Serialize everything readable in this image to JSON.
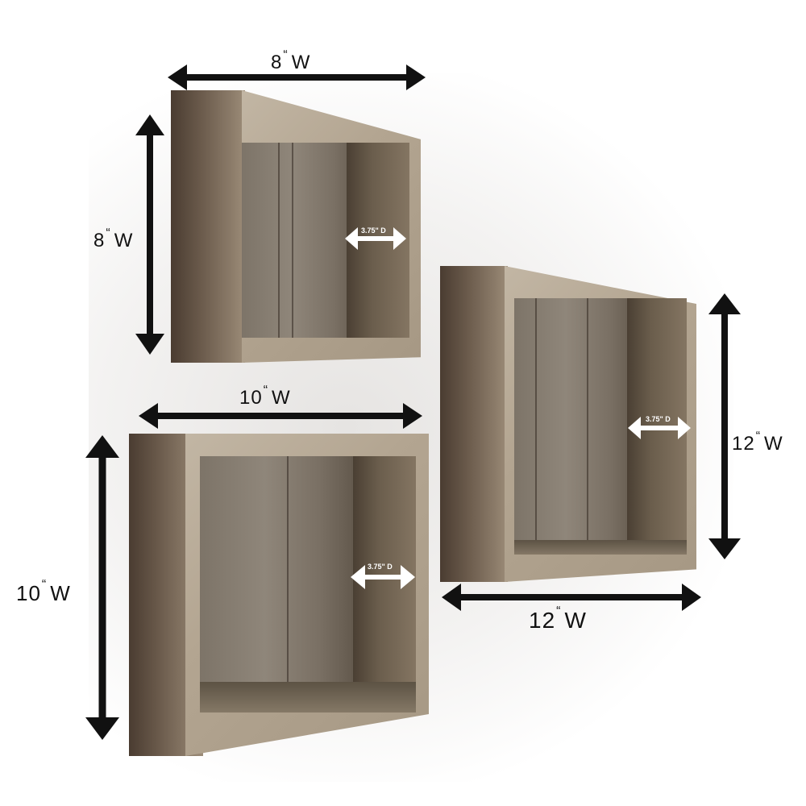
{
  "image": {
    "description": "Set of three rustic reclaimed-wood square shadow box shelves mounted on a white wall with dimension arrows",
    "background_color": "#ffffff",
    "arrow_color": "#111111",
    "depth_arrow_color": "#ffffff"
  },
  "shelves": [
    {
      "name": "small-shelf",
      "width_label": {
        "value": "8",
        "unit_mark": "“",
        "suffix": "W"
      },
      "height_label": {
        "value": "8",
        "unit_mark": "“",
        "suffix": "W"
      },
      "depth_label": "3.75\" D"
    },
    {
      "name": "medium-shelf",
      "width_label": {
        "value": "10",
        "unit_mark": "“",
        "suffix": "W"
      },
      "height_label": {
        "value": "10",
        "unit_mark": "“",
        "suffix": "W"
      },
      "depth_label": "3.75\" D"
    },
    {
      "name": "large-shelf",
      "width_label": {
        "value": "12",
        "unit_mark": "“",
        "suffix": "W"
      },
      "height_label": {
        "value": "12",
        "unit_mark": "“",
        "suffix": "W"
      },
      "depth_label": "3.75\" D"
    }
  ]
}
